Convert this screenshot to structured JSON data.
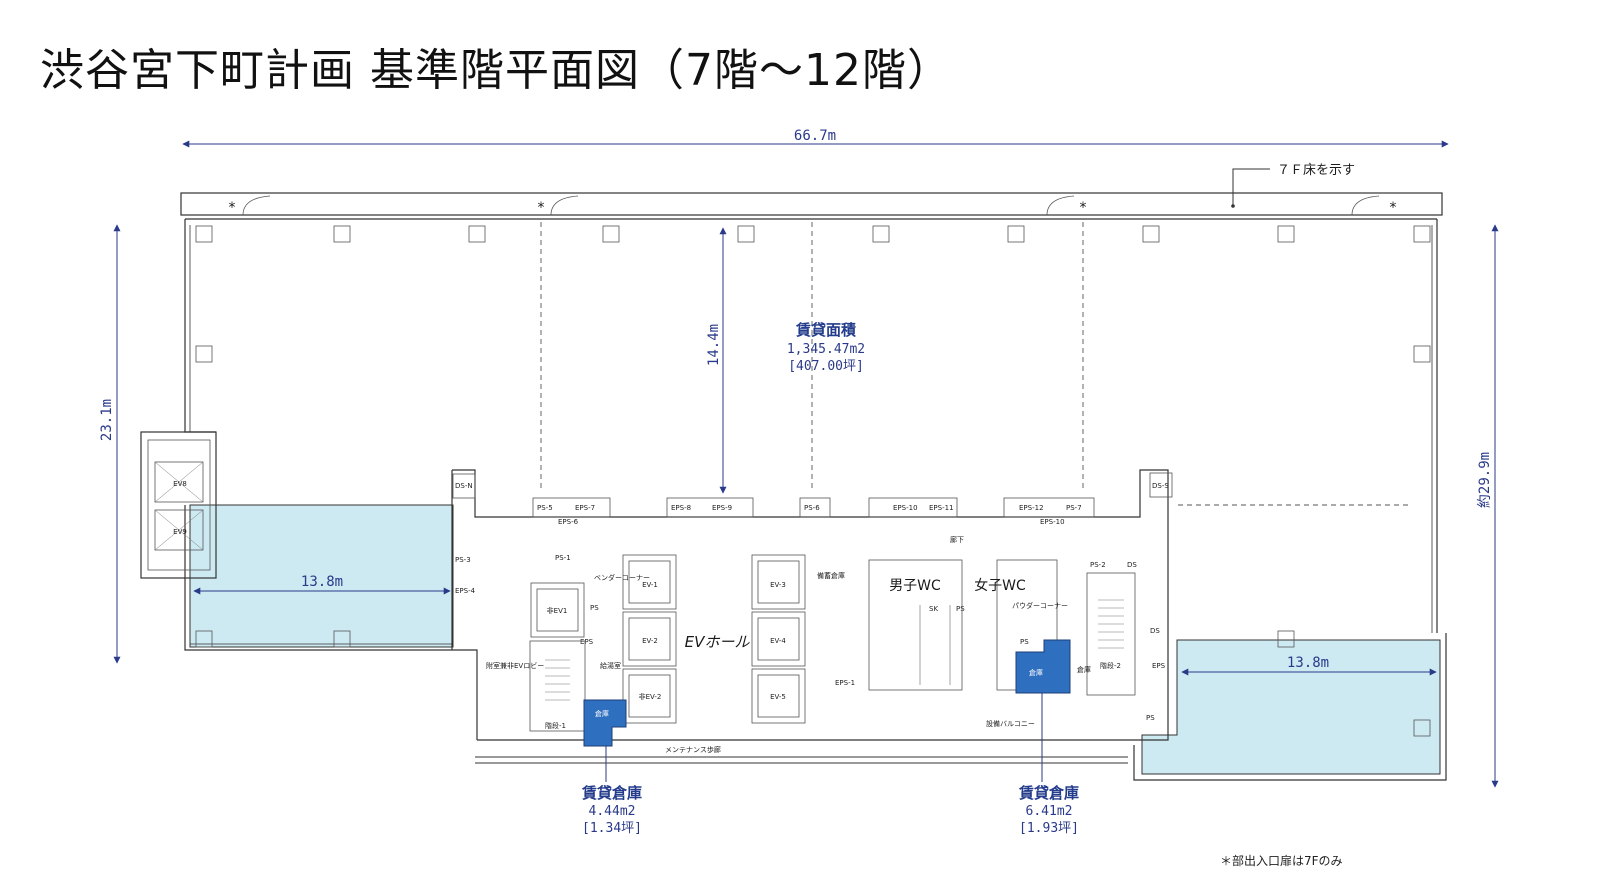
{
  "title": "渋谷宮下町計画 基準階平面図（7階～12階）",
  "dimensions": {
    "width_total": "66.7m",
    "height_left": "23.1m",
    "height_right": "約29.9m",
    "core_depth": "14.4m",
    "balcony_left_width": "13.8m",
    "balcony_right_width": "13.8m"
  },
  "note_7f": "７Ｆ床を示す",
  "rental_area": {
    "label": "賃貸面積",
    "sqm": "1,345.47m2",
    "tsubo": "[407.00坪]"
  },
  "storage_left": {
    "label": "賃貸倉庫",
    "sqm": "4.44m2",
    "tsubo": "[1.34坪]"
  },
  "storage_right": {
    "label": "賃貸倉庫",
    "sqm": "6.41m2",
    "tsubo": "[1.93坪]"
  },
  "rooms": {
    "ev_hall": "EVホール",
    "mens_wc": "男子WC",
    "womens_wc": "女子WC",
    "maintenance": "メンテナンス歩廊",
    "equipment_balcony": "設備バルコニー",
    "corridor": "廊下",
    "kyutoshitsu": "給湯室",
    "stair1": "階段-1",
    "stair2": "階段-2",
    "emergency_ev_lobby": "附室兼非EVロビー",
    "bengo_corner": "ベンダーコーナー",
    "powder_corner": "パウダーコーナー",
    "storage_small": "倉庫",
    "bichiku_soko": "備蓄倉庫",
    "kyoshitsu": "倉庫"
  },
  "elevators": [
    "EV-1",
    "EV-2",
    "非EV-2",
    "EV-3",
    "EV-4",
    "EV-5",
    "非EV1",
    "EV8",
    "EV9"
  ],
  "shafts": [
    "PS-5",
    "EPS-7",
    "EPS-6",
    "EPS-8",
    "EPS-9",
    "PS-6",
    "EPS-10",
    "EPS-11",
    "EPS-12",
    "PS-7",
    "EPS-10",
    "DS-N",
    "DS-S",
    "PS-3",
    "EPS-4",
    "PS-1",
    "PS",
    "EPS",
    "EPS-1",
    "PS-2",
    "DS",
    "SK",
    "PS"
  ],
  "footnote": "＊部出入口扉は7Fのみ",
  "colors": {
    "balcony_fill": "#cdeaf2",
    "storage_fill": "#2f6fc0",
    "dimension_line": "#2a3a8a"
  }
}
